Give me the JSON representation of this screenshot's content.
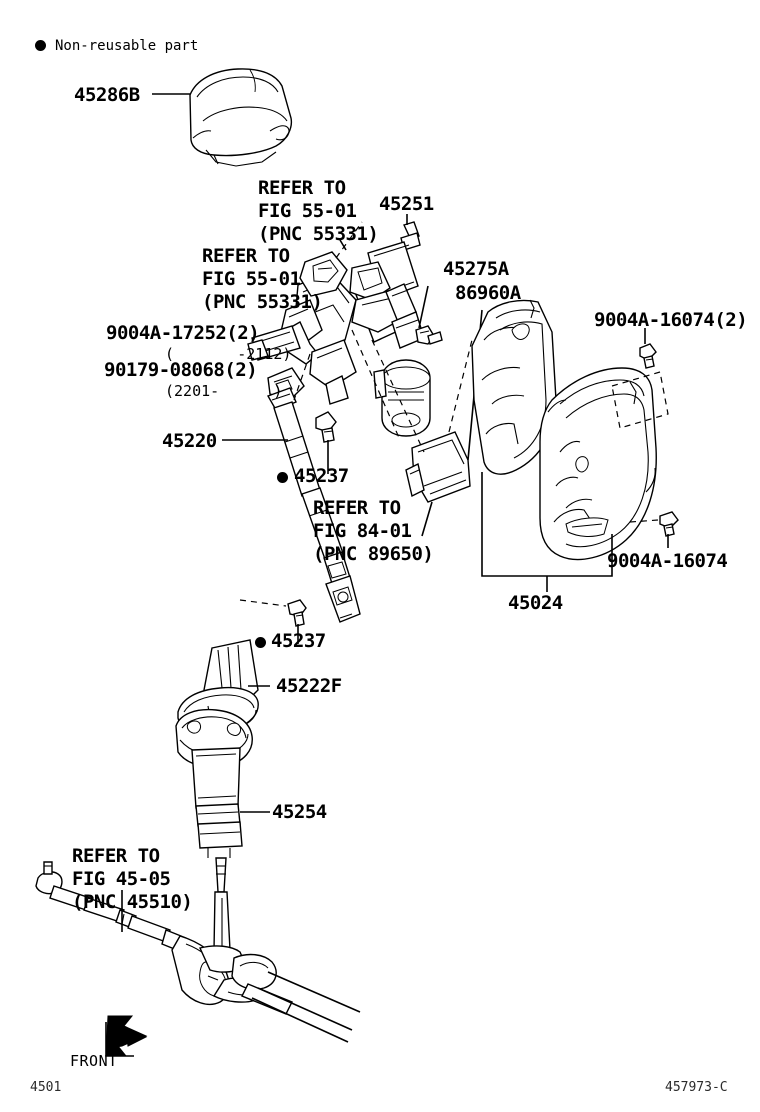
{
  "diagram": {
    "figure_number": "4501",
    "drawing_code": "457973-C",
    "legend": {
      "symbol": "filled-circle",
      "text": "Non-reusable part"
    },
    "front_arrow_label": "FRONT"
  },
  "labels": {
    "cover_lower_45286b": "45286B",
    "refer_5501_upper": "REFER TO\nFIG 55-01\n(PNC 55331)",
    "refer_5501_lower": "REFER TO\nFIG 55-01\n(PNC 55331)",
    "shaft_45251": "45251",
    "bracket_45275a": "45275A",
    "ecu_86960a": "86960A",
    "bolt_9004a_17252": "9004A-17252(2)",
    "bolt_9004a_17252_range": "(       -2112)",
    "bolt_90179_08068": "90179-08068(2)",
    "bolt_90179_08068_range": "(2201-      )",
    "intermediate_shaft_45220": "45220",
    "bolt_45237_upper": "45237",
    "bolt_45237_lower": "45237",
    "refer_8401": "REFER TO\nFIG 84-01\n(PNC 89650)",
    "bolt_9004a_16074_2": "9004A-16074(2)",
    "bolt_9004a_16074": "9004A-16074",
    "column_cover_45024": "45024",
    "boot_45222f": "45222F",
    "gear_45254": "45254",
    "refer_4505": "REFER TO\nFIG 45-05\n(PNC 45510)"
  }
}
